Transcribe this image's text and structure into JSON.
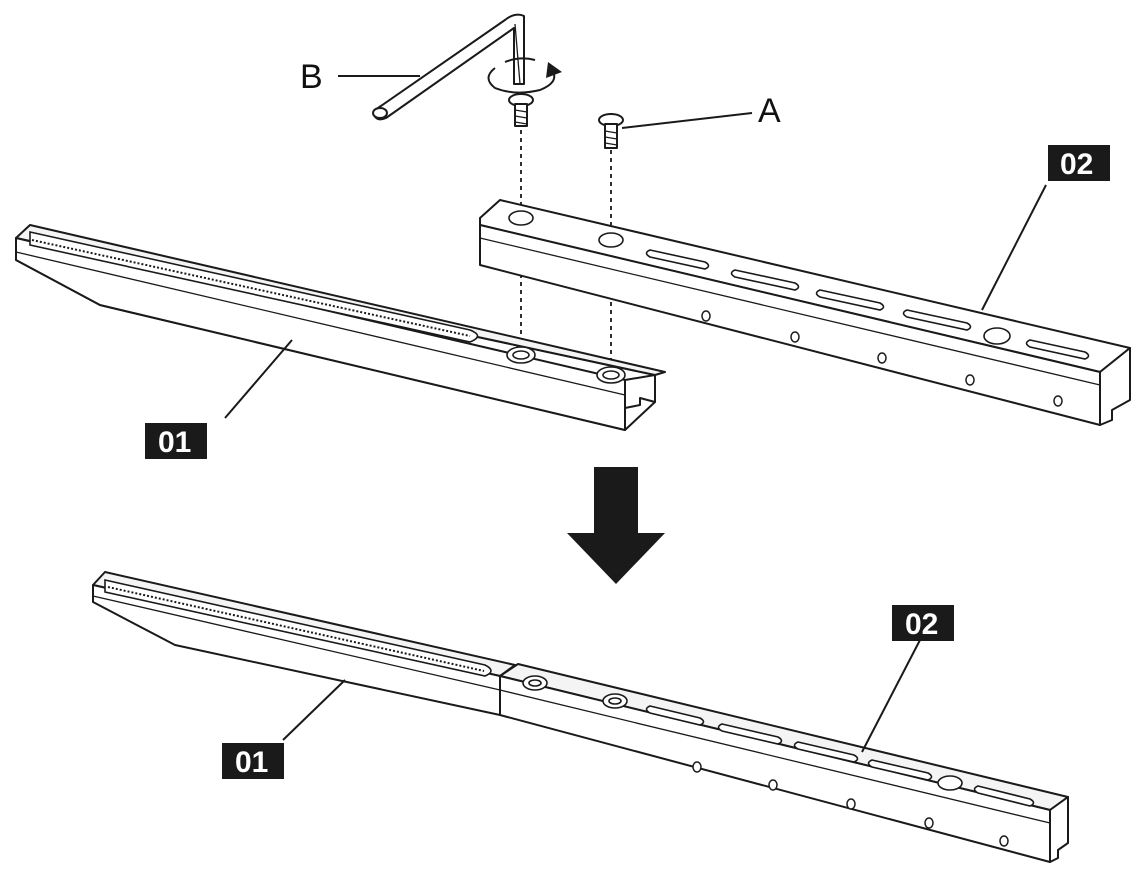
{
  "labels": {
    "screw": "A",
    "hex_key": "B"
  },
  "tags": {
    "top_left_bar": "01",
    "top_right_bar": "02",
    "bottom_left_bar": "01",
    "bottom_right_bar": "02"
  },
  "colors": {
    "line": "#1a1a1a",
    "tag_background": "#1a1a1a",
    "tag_text": "#ffffff",
    "arrow": "#1a1a1a"
  },
  "icons": {
    "rotation": "rotate-arrow-icon",
    "direction": "down-arrow-icon"
  }
}
